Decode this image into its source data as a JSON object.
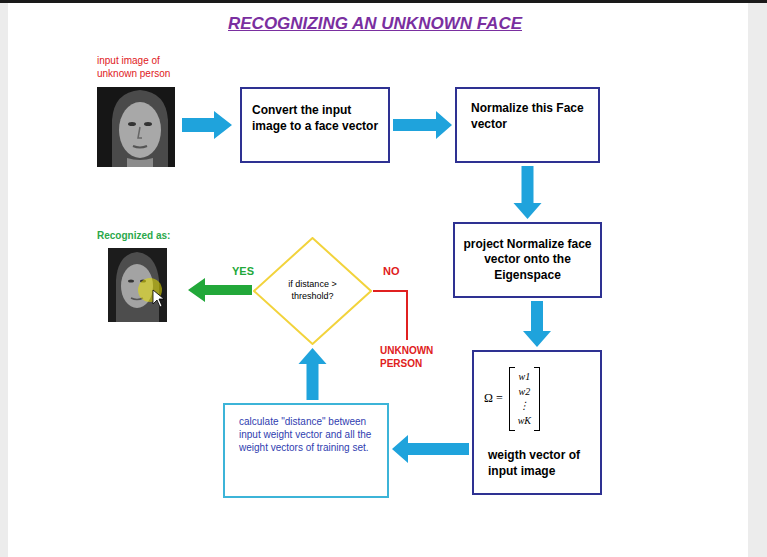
{
  "diagram": {
    "title": "RECOGNIZING AN UNKNOWN FACE",
    "nodes": [
      {
        "text": [
          "Convert the input image to a face vector"
        ]
      },
      {
        "text": [
          "Normalize this Face vector"
        ]
      },
      {
        "text": [
          "project Normalize face vector onto the Eigenspace"
        ]
      },
      {
        "text": [
          "if distance > threshold?"
        ]
      },
      {
        "text": [
          "Ω =",
          "w1",
          "w2",
          "⋮",
          "wK",
          "weigth vector of input image"
        ]
      },
      {
        "text": [
          "calculate \"distance\" between input weight vector and all the weight vectors of training set."
        ]
      }
    ],
    "edges": [
      {
        "from": 0,
        "to": 1,
        "arrow": "to"
      },
      {
        "from": 1,
        "to": 2,
        "arrow": "to"
      },
      {
        "from": 2,
        "to": 4,
        "arrow": "to"
      },
      {
        "from": 4,
        "to": 5,
        "arrow": "to"
      },
      {
        "from": 5,
        "to": 3,
        "arrow": "to"
      }
    ],
    "labels": [
      "input image of unknown person",
      "Recognized as:",
      "YES",
      "NO",
      "UNKNOWN PERSON"
    ]
  }
}
